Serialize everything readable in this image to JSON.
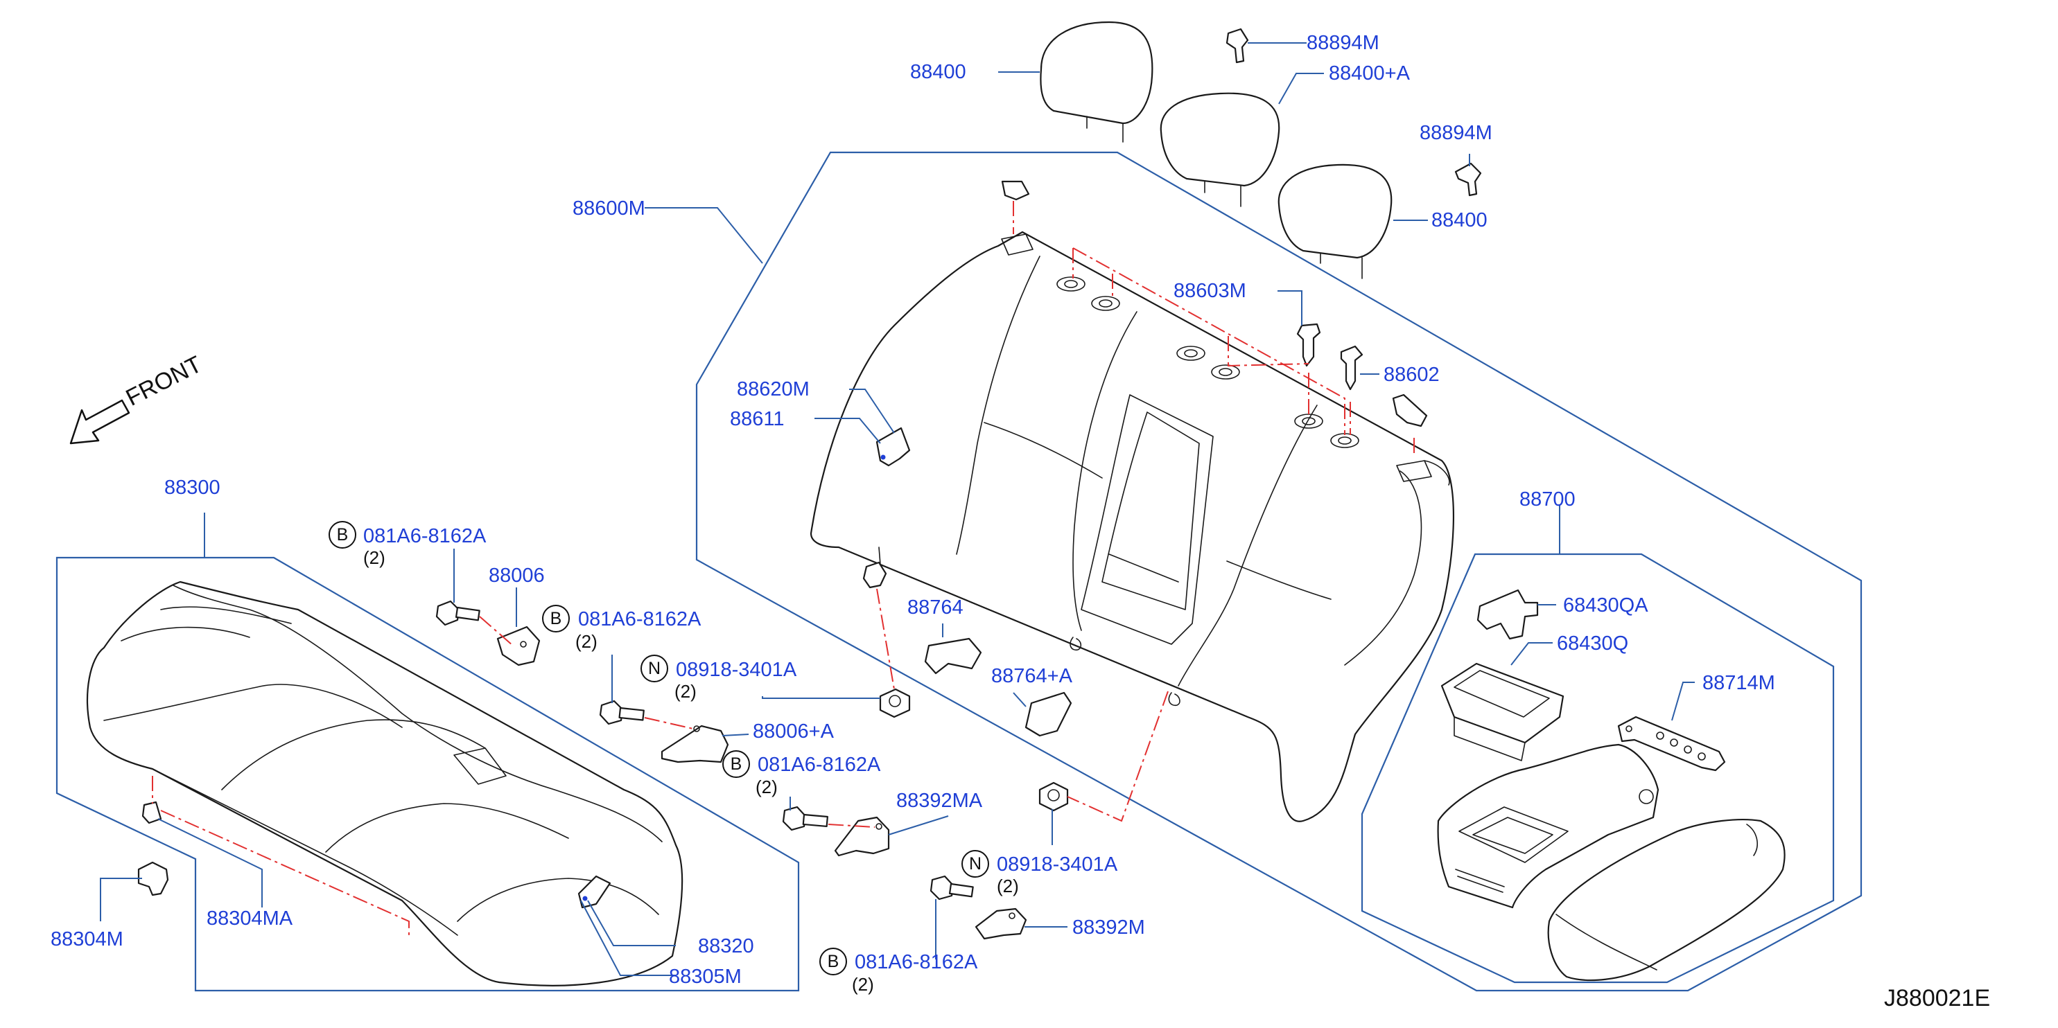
{
  "diagram": {
    "figure_code": "J880021E",
    "front_label": "FRONT"
  },
  "parts": {
    "headrest_left": "88400",
    "clip_top": "88894M",
    "headrest_center": "88400+A",
    "clip_right": "88894M",
    "headrest_right": "88400",
    "seatback_assy": "88600M",
    "holder": "88603M",
    "guide": "88602",
    "trim_88620m": "88620M",
    "trim_88611": "88611",
    "cushion_assy": "88300",
    "bracket_88006": "88006",
    "bracket_88006a": "88006+A",
    "bracket_88764": "88764",
    "bracket_88764a": "88764+A",
    "bracket_88392ma": "88392MA",
    "bracket_88392m": "88392M",
    "armrest_assy": "88700",
    "cup_holder_qa": "68430QA",
    "cup_holder_q": "68430Q",
    "armrest_bracket": "88714M",
    "hook_88304m": "88304M",
    "hook_88304ma": "88304MA",
    "label_88320": "88320",
    "label_88305m": "88305M"
  },
  "fasteners": {
    "bolt_1": {
      "marker": "B",
      "number": "081A6-8162A",
      "qty": "(2)"
    },
    "bolt_2": {
      "marker": "B",
      "number": "081A6-8162A",
      "qty": "(2)"
    },
    "nut_1": {
      "marker": "N",
      "number": "08918-3401A",
      "qty": "(2)"
    },
    "bolt_3": {
      "marker": "B",
      "number": "081A6-8162A",
      "qty": "(2)"
    },
    "nut_2": {
      "marker": "N",
      "number": "08918-3401A",
      "qty": "(2)"
    },
    "bolt_4": {
      "marker": "B",
      "number": "081A6-8162A",
      "qty": "(2)"
    }
  },
  "colors": {
    "label_text": "#1f3fd6",
    "leader_line": "#2c5ea8",
    "alignment_line": "#e23030",
    "part_outline": "#1a1a1a"
  }
}
